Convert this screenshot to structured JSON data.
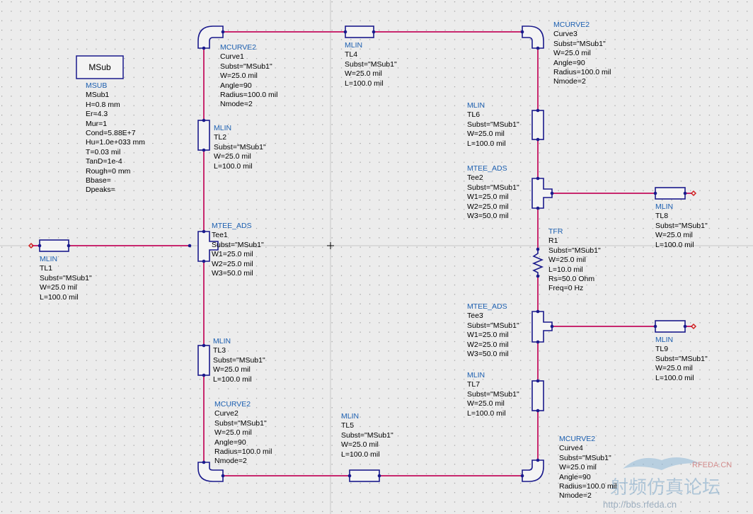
{
  "components": [
    {
      "id": "msub",
      "lines": [
        "MSUB",
        "MSub1",
        "H=0.8 mm",
        "Er=4.3",
        "Mur=1",
        "Cond=5.88E+7",
        "Hu=1.0e+033 mm",
        "T=0.03 mil",
        "TanD=1e-4",
        "Rough=0 mm",
        "Bbase=",
        "Dpeaks="
      ]
    },
    {
      "id": "curve1",
      "lines": [
        "MCURVE2",
        "Curve1",
        "Subst=\"MSub1\"",
        "W=25.0 mil",
        "Angle=90",
        "Radius=100.0 mil",
        "Nmode=2"
      ]
    },
    {
      "id": "tl4",
      "lines": [
        "MLIN",
        "TL4",
        "Subst=\"MSub1\"",
        "W=25.0 mil",
        "L=100.0 mil"
      ]
    },
    {
      "id": "curve3",
      "lines": [
        "MCURVE2",
        "Curve3",
        "Subst=\"MSub1\"",
        "W=25.0 mil",
        "Angle=90",
        "Radius=100.0 mil",
        "Nmode=2"
      ]
    },
    {
      "id": "tl2",
      "lines": [
        "MLIN",
        "TL2",
        "Subst=\"MSub1\"",
        "W=25.0 mil",
        "L=100.0 mil"
      ]
    },
    {
      "id": "tl6",
      "lines": [
        "MLIN",
        "TL6",
        "Subst=\"MSub1\"",
        "W=25.0 mil",
        "L=100.0 mil"
      ]
    },
    {
      "id": "tee2",
      "lines": [
        "MTEE_ADS",
        "Tee2",
        "Subst=\"MSub1\"",
        "W1=25.0 mil",
        "W2=25.0 mil",
        "W3=50.0 mil"
      ]
    },
    {
      "id": "tl8",
      "lines": [
        "MLIN",
        "TL8",
        "Subst=\"MSub1\"",
        "W=25.0 mil",
        "L=100.0 mil"
      ]
    },
    {
      "id": "tee1",
      "lines": [
        "MTEE_ADS",
        "Tee1",
        "Subst=\"MSub1\"",
        "W1=25.0 mil",
        "W2=25.0 mil",
        "W3=50.0 mil"
      ]
    },
    {
      "id": "r1",
      "lines": [
        "TFR",
        "R1",
        "Subst=\"MSub1\"",
        "W=25.0 mil",
        "L=10.0 mil",
        "Rs=50.0 Ohm",
        "Freq=0 Hz"
      ]
    },
    {
      "id": "tl1",
      "lines": [
        "MLIN",
        "TL1",
        "Subst=\"MSub1\"",
        "W=25.0 mil",
        "L=100.0 mil"
      ]
    },
    {
      "id": "tee3",
      "lines": [
        "MTEE_ADS",
        "Tee3",
        "Subst=\"MSub1\"",
        "W1=25.0 mil",
        "W2=25.0 mil",
        "W3=50.0 mil"
      ]
    },
    {
      "id": "tl9",
      "lines": [
        "MLIN",
        "TL9",
        "Subst=\"MSub1\"",
        "W=25.0 mil",
        "L=100.0 mil"
      ]
    },
    {
      "id": "tl3",
      "lines": [
        "MLIN",
        "TL3",
        "Subst=\"MSub1\"",
        "W=25.0 mil",
        "L=100.0 mil"
      ]
    },
    {
      "id": "tl7",
      "lines": [
        "MLIN",
        "TL7",
        "Subst=\"MSub1\"",
        "W=25.0 mil",
        "L=100.0 mil"
      ]
    },
    {
      "id": "curve2",
      "lines": [
        "MCURVE2",
        "Curve2",
        "Subst=\"MSub1\"",
        "W=25.0 mil",
        "Angle=90",
        "Radius=100.0 mil",
        "Nmode=2"
      ]
    },
    {
      "id": "tl5",
      "lines": [
        "MLIN",
        "TL5",
        "Subst=\"MSub1\"",
        "W=25.0 mil",
        "L=100.0 mil"
      ]
    },
    {
      "id": "curve4",
      "lines": [
        "MCURVE2",
        "Curve4",
        "Subst=\"MSub1\"",
        "W=25.0 mil",
        "Angle=90",
        "Radius=100.0 mil",
        "Nmode=2"
      ]
    }
  ],
  "msub_box_label": "MSub",
  "watermark": {
    "logo": "RFEDA.CN",
    "cn_text": "射频仿真论坛",
    "url": "http://bbs.rfeda.cn"
  },
  "colors": {
    "wire": "#c8286e",
    "component": "#1a1a8c",
    "param_name": "#1c5fb0",
    "grid_dot": "#a0a0a0",
    "port": "#d02020"
  }
}
